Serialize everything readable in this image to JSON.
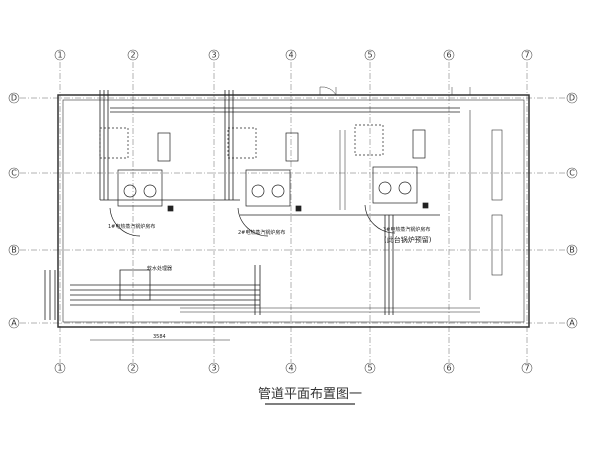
{
  "title": "管道平面布置图一",
  "axes": {
    "columns": [
      "1",
      "2",
      "3",
      "4",
      "5",
      "6",
      "7"
    ],
    "rows": [
      "D",
      "C",
      "B",
      "A"
    ]
  },
  "labels": {
    "boiler1": "1#电热蒸汽锅炉房布",
    "boiler2": "2#电热蒸汽锅炉房布",
    "boiler3": "3#电热蒸汽锅炉房布",
    "boiler3_note": "(此台锅炉预留)",
    "water_unit": "软水处理器",
    "dimension": "3584"
  }
}
